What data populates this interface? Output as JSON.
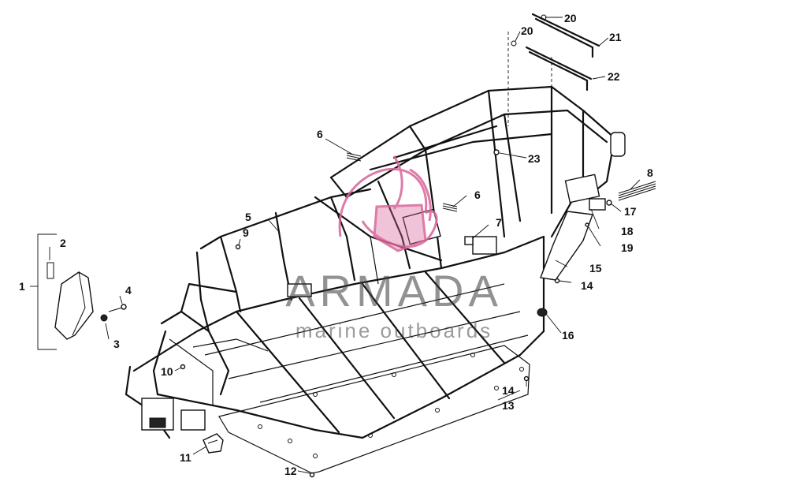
{
  "diagram": {
    "callouts": [
      {
        "id": "c1",
        "text": "1"
      },
      {
        "id": "c2",
        "text": "2"
      },
      {
        "id": "c3",
        "text": "3"
      },
      {
        "id": "c4",
        "text": "4"
      },
      {
        "id": "c5",
        "text": "5"
      },
      {
        "id": "c6a",
        "text": "6"
      },
      {
        "id": "c6b",
        "text": "6"
      },
      {
        "id": "c7",
        "text": "7"
      },
      {
        "id": "c8",
        "text": "8"
      },
      {
        "id": "c9",
        "text": "9"
      },
      {
        "id": "c10",
        "text": "10"
      },
      {
        "id": "c11",
        "text": "11"
      },
      {
        "id": "c12",
        "text": "12"
      },
      {
        "id": "c13",
        "text": "13"
      },
      {
        "id": "c14a",
        "text": "14"
      },
      {
        "id": "c14b",
        "text": "14"
      },
      {
        "id": "c15",
        "text": "15"
      },
      {
        "id": "c16",
        "text": "16"
      },
      {
        "id": "c17",
        "text": "17"
      },
      {
        "id": "c18",
        "text": "18"
      },
      {
        "id": "c19",
        "text": "19"
      },
      {
        "id": "c20a",
        "text": "20"
      },
      {
        "id": "c20b",
        "text": "20"
      },
      {
        "id": "c21",
        "text": "21"
      },
      {
        "id": "c22",
        "text": "22"
      },
      {
        "id": "c23",
        "text": "23"
      }
    ]
  },
  "watermark": {
    "brand": "ARMADA",
    "tagline": "marine outboards",
    "logo_color": "#d9649a"
  }
}
